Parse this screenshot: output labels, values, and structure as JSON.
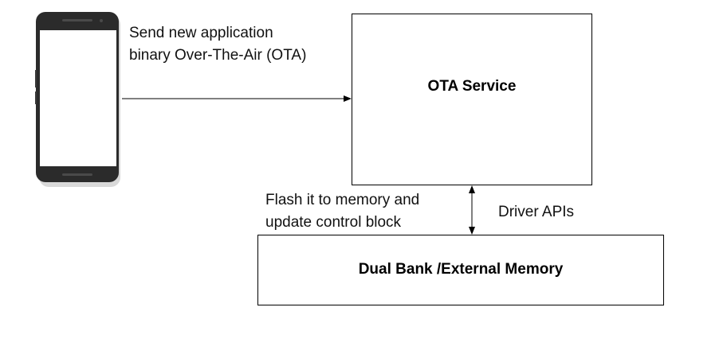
{
  "diagram": {
    "phone": {
      "icon": "smartphone-icon",
      "body_color": "#2b2b2b",
      "screen_color": "#ffffff"
    },
    "ota_service": {
      "title": "OTA Service"
    },
    "memory": {
      "title": "Dual Bank /External Memory"
    },
    "edges": {
      "send_line1": "Send new application",
      "send_line2": "binary Over-The-Air (OTA)",
      "flash_line1": "Flash it to memory and",
      "flash_line2": "update control block",
      "driver": "Driver APIs"
    }
  }
}
